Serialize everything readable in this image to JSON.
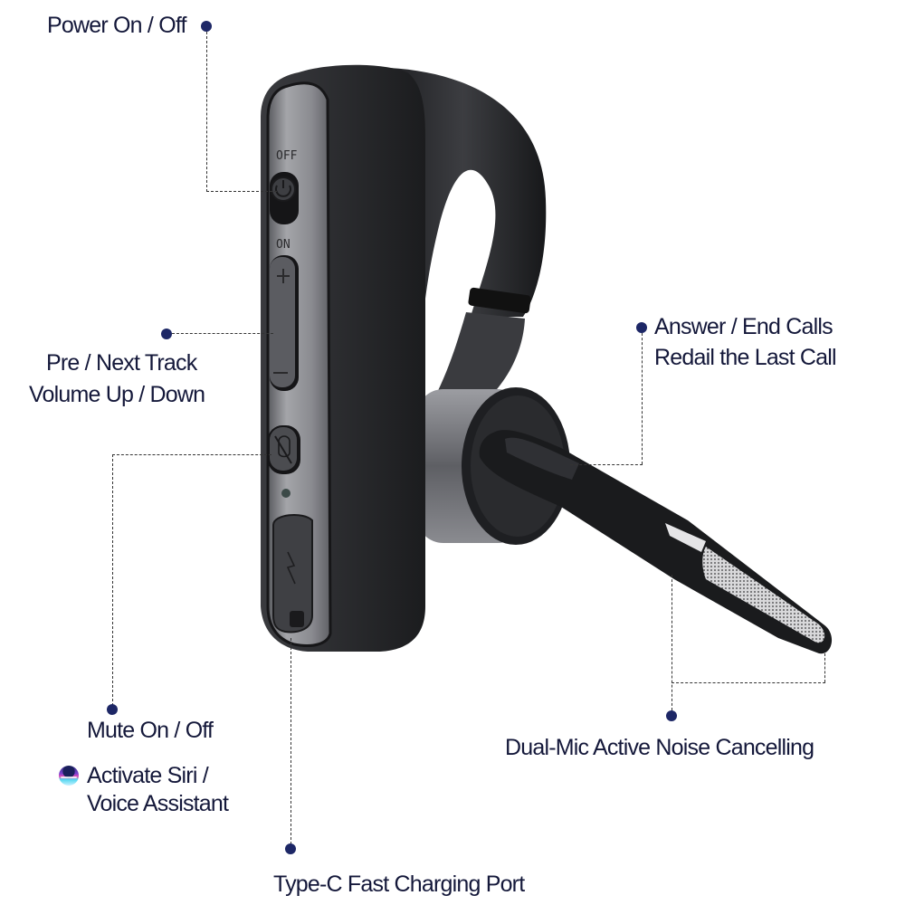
{
  "callouts": {
    "power": {
      "label": "Power On / Off"
    },
    "track_volume": {
      "line1": "Pre / Next Track",
      "line2": "Volume Up / Down"
    },
    "mute": {
      "label": "Mute On / Off"
    },
    "siri": {
      "line1": "Activate Siri /",
      "line2": "Voice Assistant",
      "icon": "siri-icon"
    },
    "charging": {
      "label": "Type-C Fast Charging Port"
    },
    "answer": {
      "line1": "Answer / End Calls",
      "line2": "Redail the Last Call"
    },
    "mic": {
      "label": "Dual-Mic Active Noise Cancelling"
    }
  },
  "device": {
    "switch_off_label": "OFF",
    "switch_on_label": "ON",
    "plus_symbol": "+",
    "minus_symbol": "−"
  },
  "colors": {
    "text": "#14183a",
    "dot": "#1d2766",
    "leader_line": "#333333",
    "body_dark": "#2a2b2e",
    "panel_silver": "#8e8f93"
  }
}
